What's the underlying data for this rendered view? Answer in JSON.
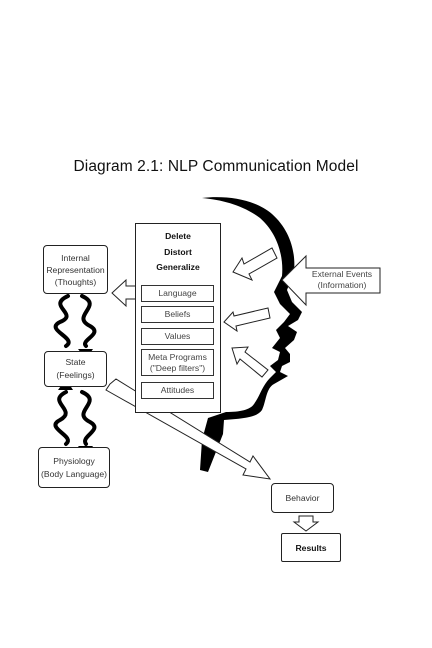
{
  "title": "Diagram 2.1: NLP Communication Model",
  "filter_ops": [
    "Delete",
    "Distort",
    "Generalize"
  ],
  "filters": {
    "language": "Language",
    "beliefs": "Beliefs",
    "values": "Values",
    "meta_line1": "Meta Programs",
    "meta_line2": "(\"Deep filters\")",
    "attitudes": "Attitudes"
  },
  "internal": {
    "line1": "Internal",
    "line2": "Representation",
    "line3": "(Thoughts)"
  },
  "state": {
    "line1": "State",
    "line2": "(Feelings)"
  },
  "physiology": {
    "line1": "Physiology",
    "line2": "(Body Language)"
  },
  "external": {
    "line1": "External Events",
    "line2": "(Information)"
  },
  "behavior": "Behavior",
  "results": "Results"
}
